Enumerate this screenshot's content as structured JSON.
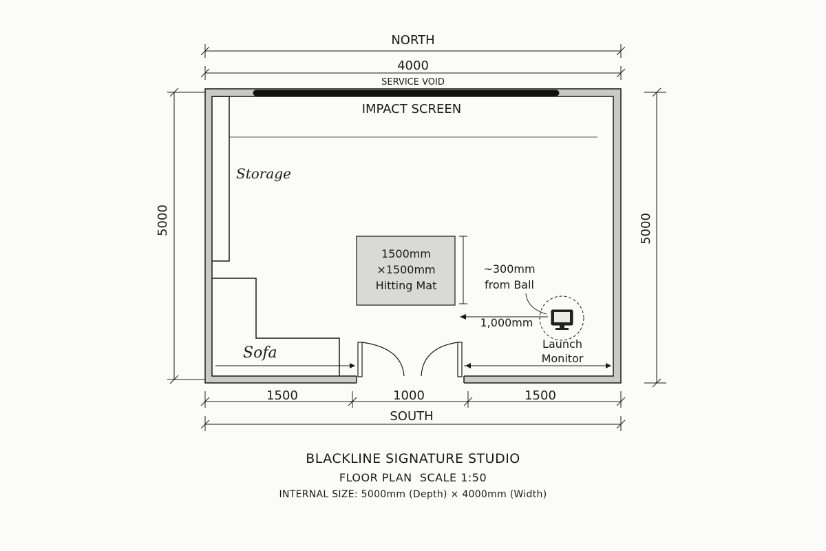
{
  "plan": {
    "north_label": "NORTH",
    "south_label": "SOUTH",
    "top_width_dim": "4000",
    "left_depth_dim": "5000",
    "right_depth_dim": "5000",
    "bottom_dims": [
      "1500",
      "1000",
      "1500"
    ],
    "service_void": "SERVICE VOID",
    "impact_screen": "IMPACT SCREEN",
    "storage": "Storage",
    "sofa": "Sofa",
    "mat_lines": [
      "1500mm",
      "×1500mm",
      "Hitting Mat"
    ],
    "offset_lines": [
      "~300mm",
      "from Ball"
    ],
    "monitor_distance": "1,000mm",
    "monitor_lines": [
      "Launch",
      "Monitor"
    ]
  },
  "title_block": {
    "title": "BLACKLINE SIGNATURE STUDIO",
    "subtitle": "FLOOR PLAN  SCALE 1:50",
    "size_note": "INTERNAL SIZE: 5000mm (Depth) × 4000mm (Width)"
  },
  "colors": {
    "wall_fill": "#c9c9c6",
    "mat_fill": "#d9d9d6",
    "ink": "#1a1a1a"
  }
}
